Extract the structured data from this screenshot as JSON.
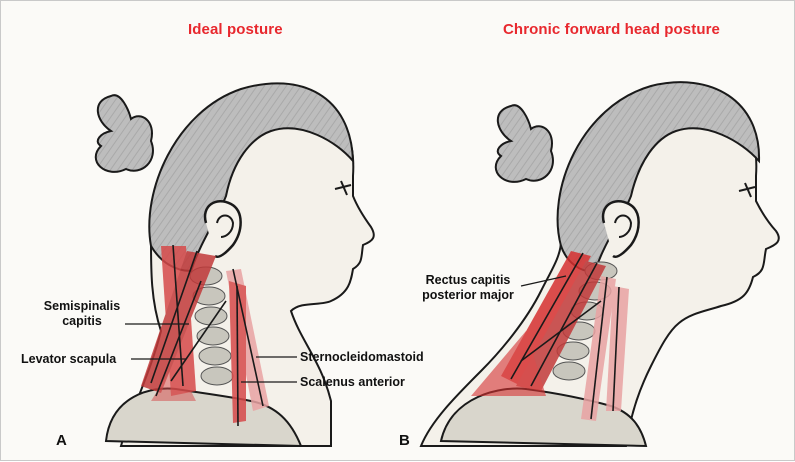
{
  "panels": [
    {
      "title": "Ideal posture",
      "letter": "A",
      "labels": {
        "semispinalis_line1": "Semispinalis",
        "semispinalis_line2": "capitis",
        "levator": "Levator scapula",
        "sternocleidomastoid": "Sternocleidomastoid",
        "scalenus": "Scalenus anterior"
      }
    },
    {
      "title": "Chronic forward head posture",
      "letter": "B",
      "labels": {
        "rectus_line1": "Rectus capitis",
        "rectus_line2": "posterior major"
      }
    }
  ],
  "colors": {
    "title": "#e8282e",
    "hair": "#b9b9b9",
    "skin": "#f4f1ea",
    "muscle": "#d64a4a",
    "muscle_light": "#e9a3a3",
    "bone": "#c8c6bd",
    "outline": "#1a1a1a"
  }
}
